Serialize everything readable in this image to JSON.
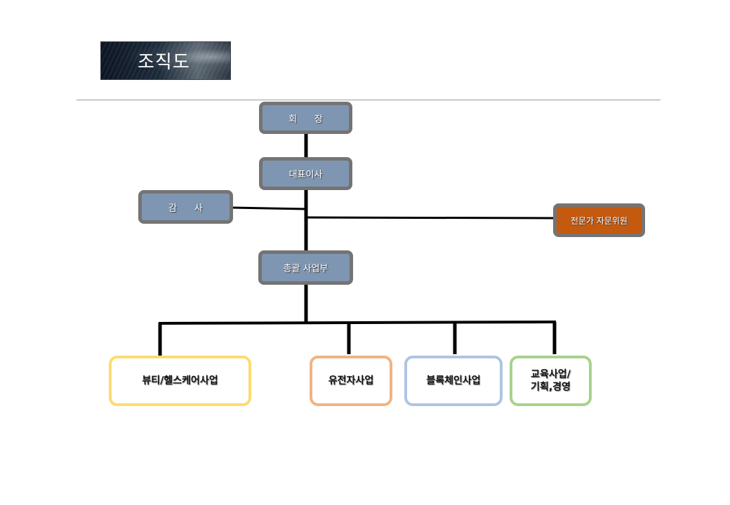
{
  "header": {
    "title": "조직도"
  },
  "org_chart": {
    "chairman": "회      장",
    "ceo": "대표이사",
    "auditor": "감      사",
    "advisory": "전문가 자문위원",
    "general_business": "총괄 사업부",
    "divisions": [
      {
        "label": "뷰티/헬스케어사업",
        "color": "#fbdc70"
      },
      {
        "label": "유전자사업",
        "color": "#f0b482"
      },
      {
        "label": "블록체인사업",
        "color": "#aec4e2"
      },
      {
        "label": "교육사업/\n기획,경영",
        "color": "#a9d18e"
      }
    ]
  },
  "colors": {
    "exec_box_fill": "#7f96b2",
    "exec_box_border": "#747474",
    "advisory_fill": "#c45a10",
    "connector": "#000000"
  }
}
